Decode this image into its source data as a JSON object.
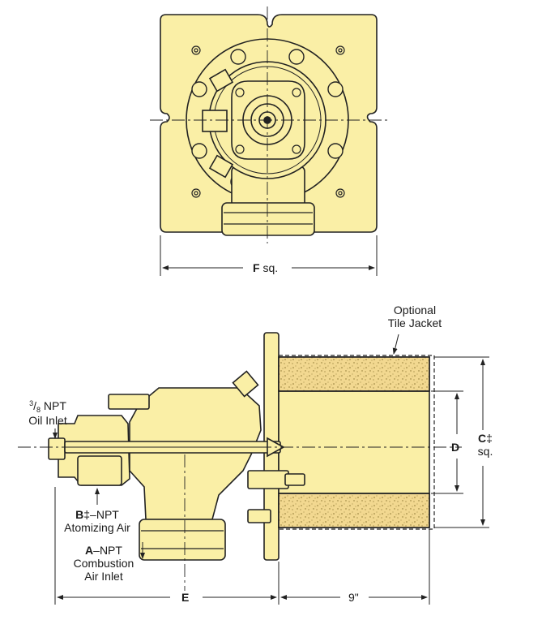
{
  "colors": {
    "body": "#faefa6",
    "outline": "#222222",
    "insulation": "#f2d890",
    "speckle": "#8a7430"
  },
  "top_view": {
    "dimension_F": {
      "letter": "F",
      "suffix": "sq."
    }
  },
  "side_view": {
    "tile_jacket": {
      "line1": "Optional",
      "line2": "Tile Jacket"
    },
    "oil_inlet": {
      "size_num": "3",
      "size_den": "8",
      "line1_suffix": "NPT",
      "line2": "Oil Inlet"
    },
    "atomizing_air": {
      "letter": "B",
      "line1_suffix": "‡–NPT",
      "line2": "Atomizing Air"
    },
    "combustion_air": {
      "letter": "A",
      "line1_suffix": "–NPT",
      "line2": "Combustion",
      "line3": "Air Inlet"
    },
    "dimension_C": {
      "letter": "C",
      "mark": "‡",
      "suffix": "sq."
    },
    "dimension_D": {
      "letter": "D"
    },
    "dimension_E": {
      "letter": "E"
    },
    "dimension_9": {
      "text": "9\""
    }
  }
}
